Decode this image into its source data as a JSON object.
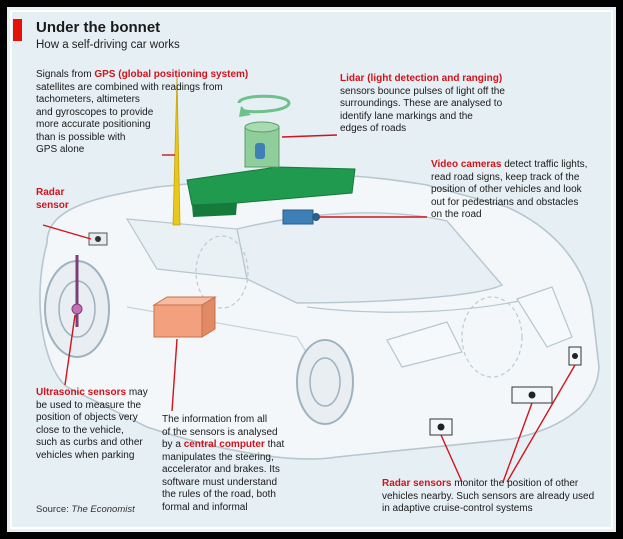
{
  "title": "Under the bonnet",
  "subtitle": "How a self-driving car works",
  "annotations": {
    "gps": {
      "before": "Signals from ",
      "highlight": "GPS (global positioning system)",
      "lines": [
        "satellites are combined with readings from",
        "tachometers, altimeters",
        "and gyroscopes to provide",
        "more accurate positioning",
        "than is possible with",
        "GPS alone"
      ]
    },
    "lidar": {
      "highlight": "Lidar (light detection and ranging)",
      "lines": [
        "sensors bounce pulses of light off  the",
        "surroundings. These are analysed to",
        "identify lane markings and the",
        "edges of roads"
      ]
    },
    "video": {
      "highlight": "Video cameras",
      "first_rest": " detect traffic lights,",
      "lines": [
        "read road signs, keep track of the",
        "position of other vehicles and look",
        "out for pedestrians and obstacles",
        "on the road"
      ]
    },
    "radar_side": {
      "lines": [
        "Radar",
        "sensor"
      ]
    },
    "ultrasonic": {
      "highlight": "Ultrasonic sensors",
      "first_rest": " may",
      "lines": [
        "be used to measure the",
        "position of objects very",
        "close to the vehicle,",
        "such as curbs and other",
        "vehicles when parking"
      ]
    },
    "computer": {
      "lines_before": [
        "The information from all",
        "of the sensors is analysed"
      ],
      "by": "by a ",
      "highlight": "central computer",
      "after": " that",
      "lines_after": [
        "manipulates the steering,",
        "accelerator and brakes. Its",
        "software must understand",
        "the rules of the road, both",
        "formal and informal"
      ]
    },
    "radar_front": {
      "highlight": "Radar sensors",
      "first_rest": " monitor the position of other",
      "lines": [
        "vehicles nearby. Such sensors are already used",
        "in adaptive cruise-control systems"
      ]
    }
  },
  "source": {
    "label": "Source: ",
    "name": "The Economist"
  },
  "colors": {
    "accent_red": "#d1131c",
    "background": "#e6eff4",
    "roof_green": "#1f9a4e",
    "lidar_green": "#8fce9b",
    "antenna_yellow": "#e8c81a",
    "computer_orange": "#f2a07e",
    "camera_blue": "#3e7fb7"
  }
}
